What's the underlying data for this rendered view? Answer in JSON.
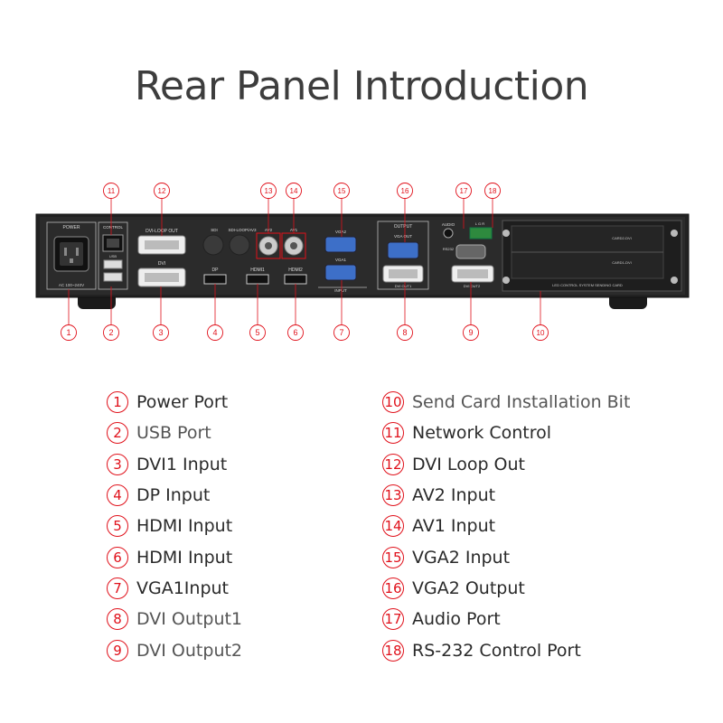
{
  "title": "Rear Panel Introduction",
  "callouts": [
    {
      "num": "1",
      "color": "#e0101a"
    },
    {
      "num": "2",
      "color": "#e0101a"
    },
    {
      "num": "3",
      "color": "#e0101a"
    },
    {
      "num": "4",
      "color": "#e0101a"
    },
    {
      "num": "5",
      "color": "#e0101a"
    },
    {
      "num": "6",
      "color": "#e0101a"
    },
    {
      "num": "7",
      "color": "#e0101a"
    },
    {
      "num": "8",
      "color": "#e0101a"
    },
    {
      "num": "9",
      "color": "#e0101a"
    },
    {
      "num": "10",
      "color": "#e0101a"
    },
    {
      "num": "11",
      "color": "#e0101a"
    },
    {
      "num": "12",
      "color": "#e0101a"
    },
    {
      "num": "13",
      "color": "#e0101a"
    },
    {
      "num": "14",
      "color": "#e0101a"
    },
    {
      "num": "15",
      "color": "#e0101a"
    },
    {
      "num": "16",
      "color": "#e0101a"
    },
    {
      "num": "17",
      "color": "#e0101a"
    },
    {
      "num": "18",
      "color": "#e0101a"
    }
  ],
  "panel": {
    "power": "POWER",
    "control": "CONTROL",
    "usb": "USB",
    "ac": "AC 100~240V",
    "dvi_loop_out": "DVI-LOOP OUT",
    "dvi": "DVI",
    "dp": "DP",
    "hdmi1": "HDMI1",
    "hdmi2": "HDMI2",
    "sdi": "SDI",
    "sdi_loop": "SDI-LOOP/AV3",
    "av2": "AV2",
    "av1": "AV1",
    "vga2": "VGA2",
    "vga1": "VGA1",
    "input": "INPUT",
    "output": "OUTPUT",
    "vga_out": "VGA OUT",
    "dvi_out1": "DVI OUT1",
    "dvi_out2": "DVI OUT2",
    "audio": "AUDIO",
    "rs232": "RS232",
    "lgr": "L G R",
    "card2": "CARD2-DVI",
    "card1": "CARD1-DVI",
    "card_caption": "LED CONTROL SYSTEM SENDING CARD"
  },
  "legend_left": [
    {
      "num": "1",
      "label": "Power Port"
    },
    {
      "num": "2",
      "label": "USB Port"
    },
    {
      "num": "3",
      "label": "DVI1 Input"
    },
    {
      "num": "4",
      "label": "DP Input"
    },
    {
      "num": "5",
      "label": "HDMI Input"
    },
    {
      "num": "6",
      "label": "HDMI Input"
    },
    {
      "num": "7",
      "label": "VGA1Input"
    },
    {
      "num": "8",
      "label": "DVI Output1"
    },
    {
      "num": "9",
      "label": "DVI Output2"
    }
  ],
  "legend_right": [
    {
      "num": "10",
      "label": "Send Card Installation Bit"
    },
    {
      "num": "11",
      "label": "Network Control"
    },
    {
      "num": "12",
      "label": "DVI Loop Out"
    },
    {
      "num": "13",
      "label": "AV2 Input"
    },
    {
      "num": "14",
      "label": "AV1 Input"
    },
    {
      "num": "15",
      "label": "VGA2 Input"
    },
    {
      "num": "16",
      "label": "VGA2 Output"
    },
    {
      "num": "17",
      "label": "Audio Port"
    },
    {
      "num": "18",
      "label": "RS-232 Control Port"
    }
  ]
}
